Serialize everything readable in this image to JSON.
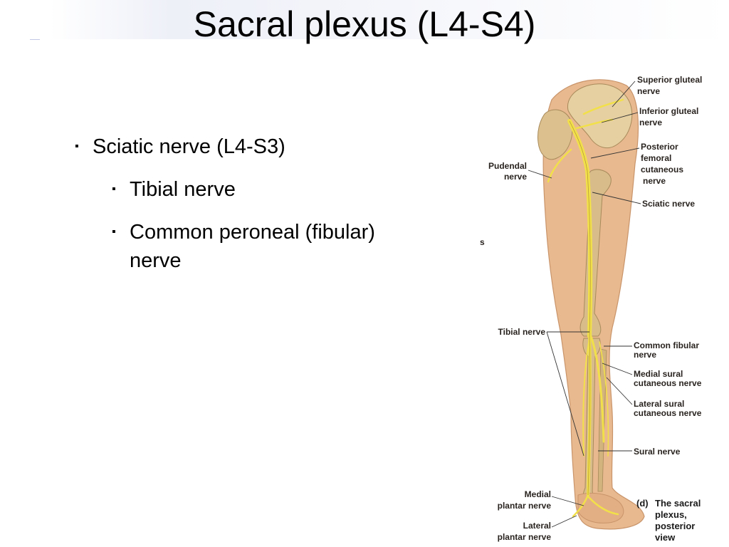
{
  "slide": {
    "title": "Sacral plexus (L4-S4)",
    "bullets": [
      {
        "level": 1,
        "marker": "▪",
        "text": "Sciatic nerve (L4-S3)"
      },
      {
        "level": 2,
        "marker": "▪",
        "text": "Tibial nerve"
      },
      {
        "level": 2,
        "marker": "▪",
        "text": "Common peroneal (fibular) nerve"
      }
    ]
  },
  "figure": {
    "stray_glyph": "s",
    "labels": {
      "superior_gluteal": [
        "Superior gluteal",
        "nerve"
      ],
      "inferior_gluteal": [
        "Inferior gluteal",
        "nerve"
      ],
      "posterior_femoral": [
        "Posterior",
        "femoral",
        "cutaneous",
        "nerve"
      ],
      "pudendal": [
        "Pudendal",
        "nerve"
      ],
      "sciatic": [
        "Sciatic nerve"
      ],
      "tibial": [
        "Tibial nerve"
      ],
      "common_fibular": [
        "Common fibular",
        "nerve"
      ],
      "medial_sural": [
        "Medial sural",
        "cutaneous nerve"
      ],
      "lateral_sural": [
        "Lateral sural",
        "cutaneous nerve"
      ],
      "sural": [
        "Sural nerve"
      ],
      "medial_plantar": [
        "Medial",
        "plantar nerve"
      ],
      "lateral_plantar": [
        "Lateral",
        "plantar nerve"
      ]
    },
    "caption": {
      "letter": "(d)",
      "lines": [
        "The sacral",
        "plexus,",
        "posterior",
        "view"
      ]
    },
    "colors": {
      "skin": "#e8b98f",
      "bone": "#dcc08e",
      "nerve": "#f2e04a",
      "leader": "#333333"
    }
  }
}
